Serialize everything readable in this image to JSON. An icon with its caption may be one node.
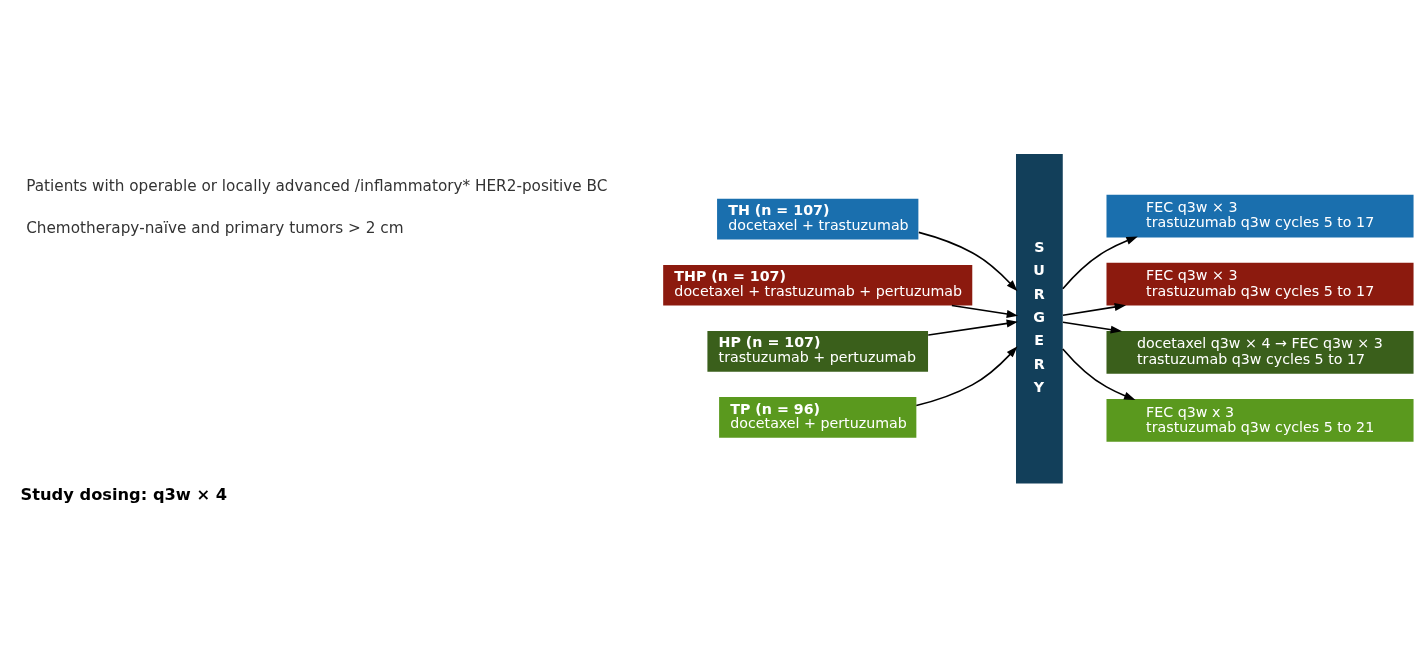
{
  "diagram": {
    "caption": "Study dosing: q3w × 4",
    "nodes": [
      {
        "text": [
          "TH (n = 107)",
          "docetaxel + trastuzumab"
        ]
      },
      {
        "text": [
          "THP (n = 107)",
          "docetaxel + trastuzumab + pertuzumab"
        ]
      },
      {
        "text": [
          "HP (n = 107)",
          "trastuzumab + pertuzumab"
        ]
      },
      {
        "text": [
          "TP (n = 96)",
          "docetaxel + pertuzumab"
        ]
      },
      {
        "text": [
          "SURGERY"
        ]
      },
      {
        "text": [
          "FEC q3w × 3",
          "trastuzumab q3w cycles 5 to 17"
        ]
      },
      {
        "text": [
          "FEC q3w × 3",
          "trastuzumab q3w cycles 5 to 17"
        ]
      },
      {
        "text": [
          "docetaxel q3w × 4 → FEC q3w × 3",
          "trastuzumab q3w cycles 5 to 17"
        ]
      },
      {
        "text": [
          "FEC q3w x 3",
          "trastuzumab q3w cycles 5 to 21"
        ]
      }
    ],
    "edges": [
      {
        "from": 0,
        "to": 4,
        "arrow": "to"
      },
      {
        "from": 1,
        "to": 4,
        "arrow": "to"
      },
      {
        "from": 2,
        "to": 4,
        "arrow": "to"
      },
      {
        "from": 3,
        "to": 4,
        "arrow": "to"
      },
      {
        "from": 4,
        "to": 5,
        "arrow": "to"
      },
      {
        "from": 4,
        "to": 6,
        "arrow": "to"
      },
      {
        "from": 4,
        "to": 7,
        "arrow": "to"
      },
      {
        "from": 4,
        "to": 8,
        "arrow": "to"
      }
    ],
    "labels": [
      "Patients with operable or locally advanced /inflammatory* HER2-positive BC",
      "Chemotherapy-naïve and primary tumors > 2 cm"
    ]
  }
}
